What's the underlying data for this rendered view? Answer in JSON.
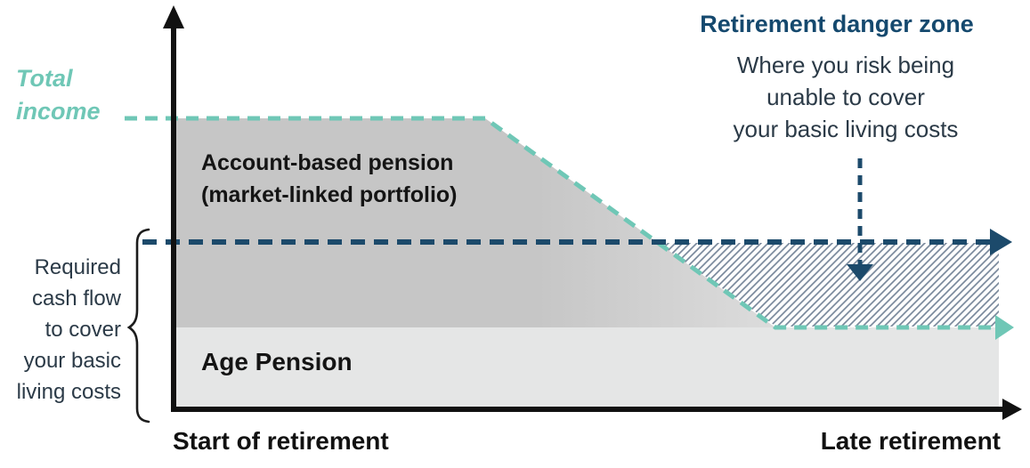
{
  "title": "Retirement income over time — retirement danger zone diagram",
  "colors": {
    "teal_line": "#6fc7b6",
    "navy_line": "#1c4a6b",
    "danger_title_blue": "#15496e",
    "body_text_slate": "#2b3a47",
    "account_area_gray": "#c6c6c6",
    "account_area_fade": "#dcdcdc",
    "age_pension_gray": "#e5e6e6",
    "hatch_stroke": "#7b8a9d",
    "axis_black": "#111111"
  },
  "labels": {
    "total_income": "Total\nincome",
    "account_pension": "Account-based pension\n(market-linked portfolio)",
    "age_pension": "Age Pension",
    "required_cashflow": "Required\ncash flow\nto cover\nyour basic\nliving costs",
    "danger_title": "Retirement danger zone",
    "danger_body": "Where you risk being\nunable to cover\nyour basic living costs",
    "x_start": "Start of retirement",
    "x_end": "Late retirement"
  },
  "chart_data": {
    "type": "area",
    "title": "Retirement danger zone",
    "xlabel_ticks": [
      "Start of retirement",
      "Late retirement"
    ],
    "ylabel": "Total income",
    "units": "relative (no numeric scale shown in figure)",
    "x_range": [
      0,
      1
    ],
    "ylim": [
      0,
      1.1
    ],
    "grid": false,
    "series": [
      {
        "name": "Total income",
        "style": "teal dashed line with right arrow",
        "x": [
          0,
          0.38,
          0.73,
          1.0
        ],
        "y": [
          1.0,
          1.0,
          0.28,
          0.28
        ]
      },
      {
        "name": "Required cash flow to cover your basic living costs",
        "style": "navy dashed horizontal line with right arrow",
        "x": [
          0,
          1.0
        ],
        "y": [
          0.57,
          0.57
        ]
      },
      {
        "name": "Age Pension",
        "style": "light gray area band at bottom",
        "x": [
          0,
          1.0
        ],
        "y": [
          0.28,
          0.28
        ]
      },
      {
        "name": "Account-based pension (market-linked portfolio)",
        "style": "gray area between Age Pension band and Total income line",
        "x": [
          0,
          0.38,
          0.73
        ],
        "y_top": [
          1.0,
          1.0,
          0.28
        ]
      },
      {
        "name": "Retirement danger zone",
        "style": "diagonal-hatched area where total income falls below required cash flow",
        "x": [
          0.585,
          1.0
        ],
        "y_top": 0.57,
        "y_bottom": 0.28,
        "annotation": "Where you risk being unable to cover your basic living costs",
        "annotation_arrow": "dashed navy arrow pointing down into hatched area"
      }
    ]
  }
}
